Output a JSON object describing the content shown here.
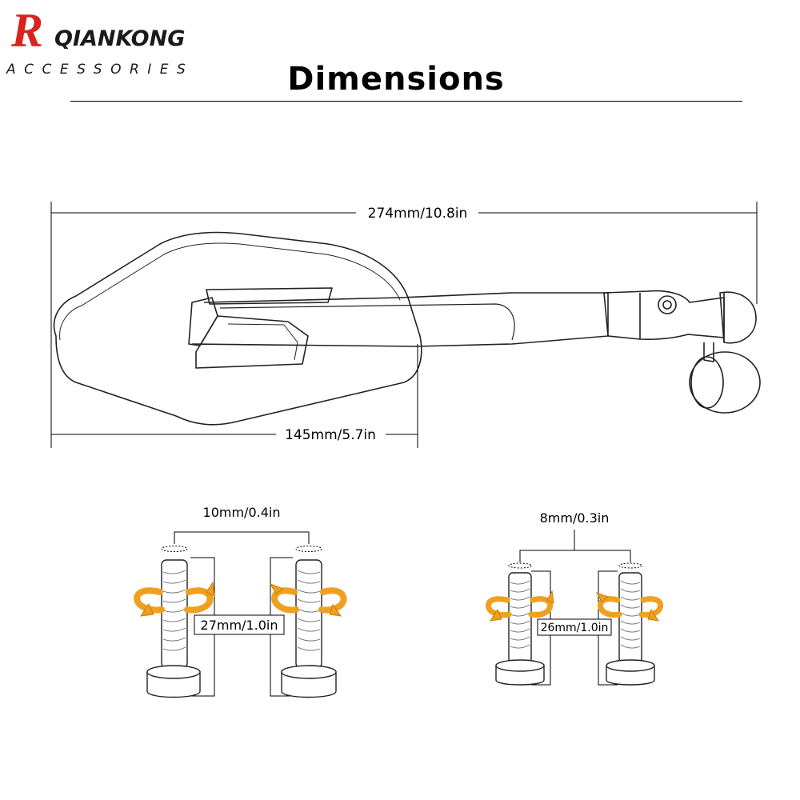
{
  "brand": {
    "initial": "R",
    "name": "QIANKONG",
    "tagline": "ACCESSORIES",
    "colors": {
      "initial": "#d8231f",
      "text": "#1a1a1a"
    }
  },
  "title": "Dimensions",
  "mirror": {
    "overall_length": "274mm/10.8in",
    "head_width": "145mm/5.7in"
  },
  "bolt_set_a": {
    "spacing": "10mm/0.4in",
    "length": "27mm/1.0in"
  },
  "bolt_set_b": {
    "spacing": "8mm/0.3in",
    "length": "26mm/1.0in"
  },
  "accent_colors": {
    "rotation_arrow": "#f0a020",
    "rotation_arrow_dark": "#c77d0c"
  },
  "icons": [
    "rotate-clockwise-arrow-icon",
    "rotate-counterclockwise-arrow-icon"
  ]
}
